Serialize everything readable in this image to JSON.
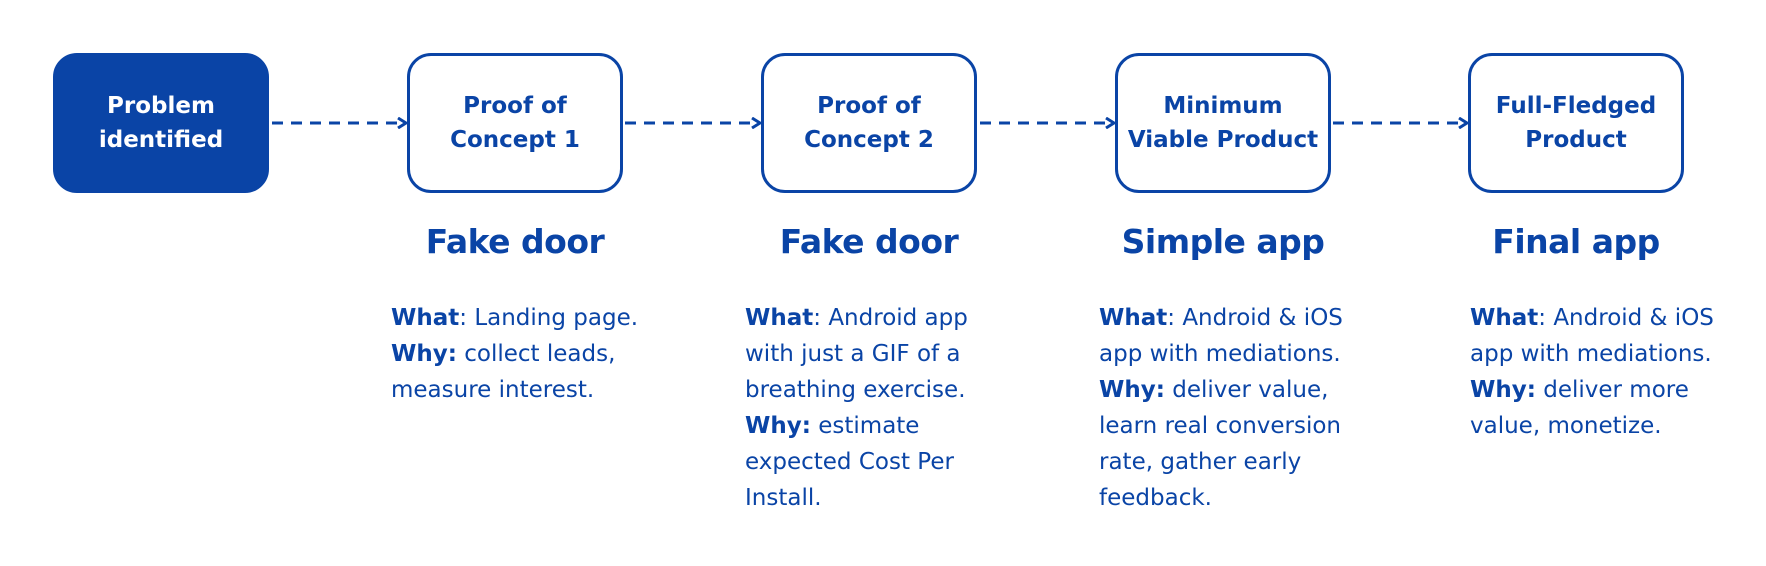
{
  "colors": {
    "primary": "#0a44a6",
    "background": "#ffffff"
  },
  "stages": [
    {
      "label": "Problem\nidentified"
    },
    {
      "label": "Proof of\nConcept 1"
    },
    {
      "label": "Proof of\nConcept 2"
    },
    {
      "label": "Minimum\nViable Product"
    },
    {
      "label": "Full-Fledged\nProduct"
    }
  ],
  "details": [
    {
      "heading": "Fake door",
      "what_label": "What",
      "what_sep": ":",
      "what_lines": [
        " Landing page."
      ],
      "why_label": "Why:",
      "why_lines": [
        " collect leads,",
        "measure interest."
      ]
    },
    {
      "heading": "Fake door",
      "what_label": "What",
      "what_sep": ":",
      "what_lines": [
        " Android app",
        "with just a GIF of a",
        "breathing exercise."
      ],
      "why_label": "Why:",
      "why_lines": [
        " estimate",
        "expected Cost Per",
        "Install."
      ]
    },
    {
      "heading": "Simple app",
      "what_label": "What",
      "what_sep": ":",
      "what_lines": [
        " Android & iOS",
        "app with mediations."
      ],
      "why_label": "Why:",
      "why_lines": [
        " deliver value,",
        "learn real conversion",
        "rate, gather early",
        "feedback."
      ]
    },
    {
      "heading": "Final app",
      "what_label": "What",
      "what_sep": ":",
      "what_lines": [
        " Android & iOS",
        "app with mediations."
      ],
      "why_label": "Why:",
      "why_lines": [
        " deliver more",
        "value, monetize."
      ]
    }
  ]
}
